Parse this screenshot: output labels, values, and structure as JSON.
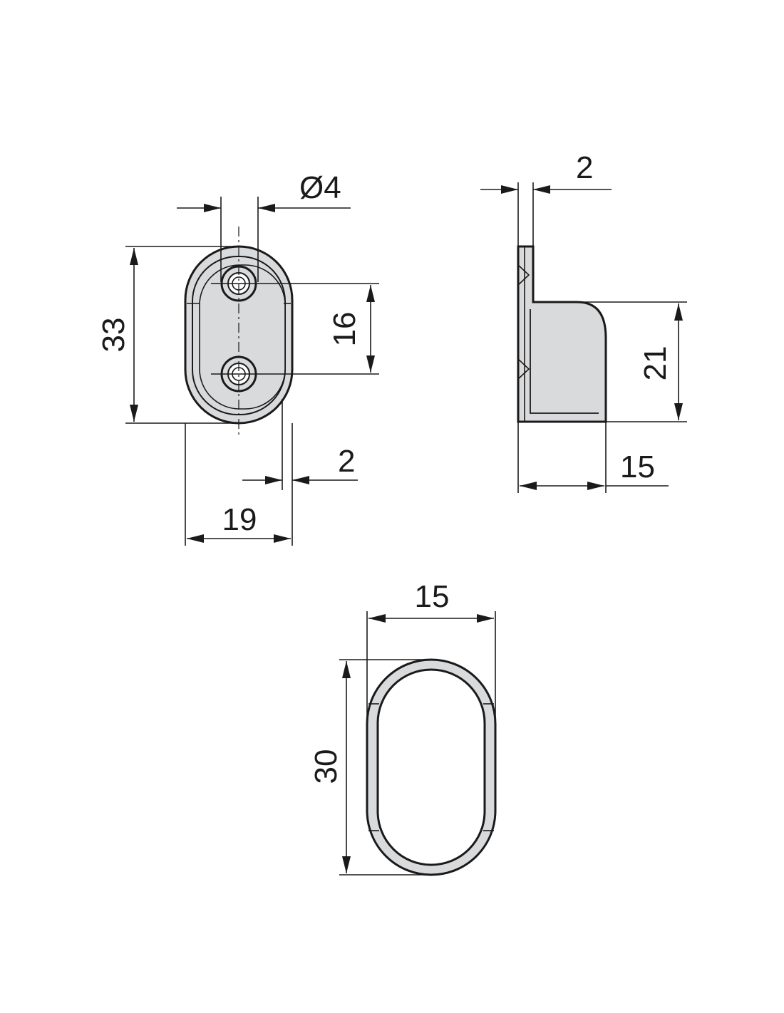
{
  "colors": {
    "line": "#1a1a1a",
    "part_fill": "#d9dadc",
    "background": "#ffffff"
  },
  "dimensions": {
    "front_view": {
      "height": "33",
      "hole_diameter": "Ø4",
      "hole_spacing": "16",
      "wall_thickness": "2",
      "width": "19"
    },
    "side_view": {
      "plate_thickness": "2",
      "height": "21",
      "depth": "15"
    },
    "top_view": {
      "width": "15",
      "height": "30"
    }
  }
}
